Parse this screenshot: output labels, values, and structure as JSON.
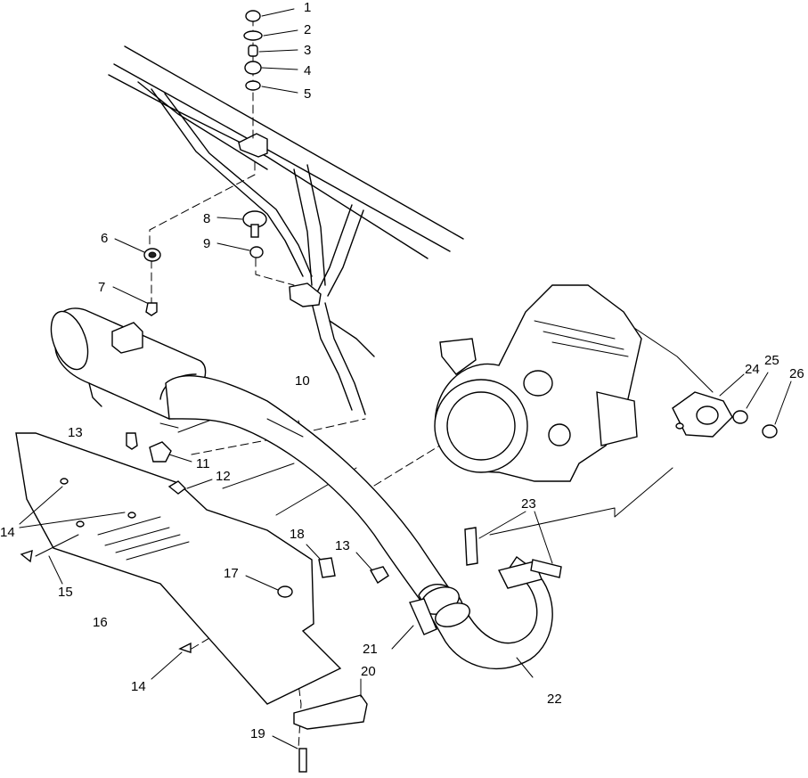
{
  "callouts": [
    {
      "id": "c1",
      "text": "1"
    },
    {
      "id": "c2",
      "text": "2"
    },
    {
      "id": "c3",
      "text": "3"
    },
    {
      "id": "c4",
      "text": "4"
    },
    {
      "id": "c5",
      "text": "5"
    },
    {
      "id": "c6",
      "text": "6"
    },
    {
      "id": "c7",
      "text": "7"
    },
    {
      "id": "c8",
      "text": "8"
    },
    {
      "id": "c9",
      "text": "9"
    },
    {
      "id": "c10",
      "text": "10"
    },
    {
      "id": "c11",
      "text": "11"
    },
    {
      "id": "c12",
      "text": "12"
    },
    {
      "id": "c13a",
      "text": "13"
    },
    {
      "id": "c13b",
      "text": "13"
    },
    {
      "id": "c14a",
      "text": "14"
    },
    {
      "id": "c14b",
      "text": "14"
    },
    {
      "id": "c15",
      "text": "15"
    },
    {
      "id": "c16",
      "text": "16"
    },
    {
      "id": "c17",
      "text": "17"
    },
    {
      "id": "c18",
      "text": "18"
    },
    {
      "id": "c19",
      "text": "19"
    },
    {
      "id": "c20",
      "text": "20"
    },
    {
      "id": "c21",
      "text": "21"
    },
    {
      "id": "c22",
      "text": "22"
    },
    {
      "id": "c23",
      "text": "23"
    },
    {
      "id": "c24",
      "text": "24"
    },
    {
      "id": "c25",
      "text": "25"
    },
    {
      "id": "c26",
      "text": "26"
    }
  ]
}
